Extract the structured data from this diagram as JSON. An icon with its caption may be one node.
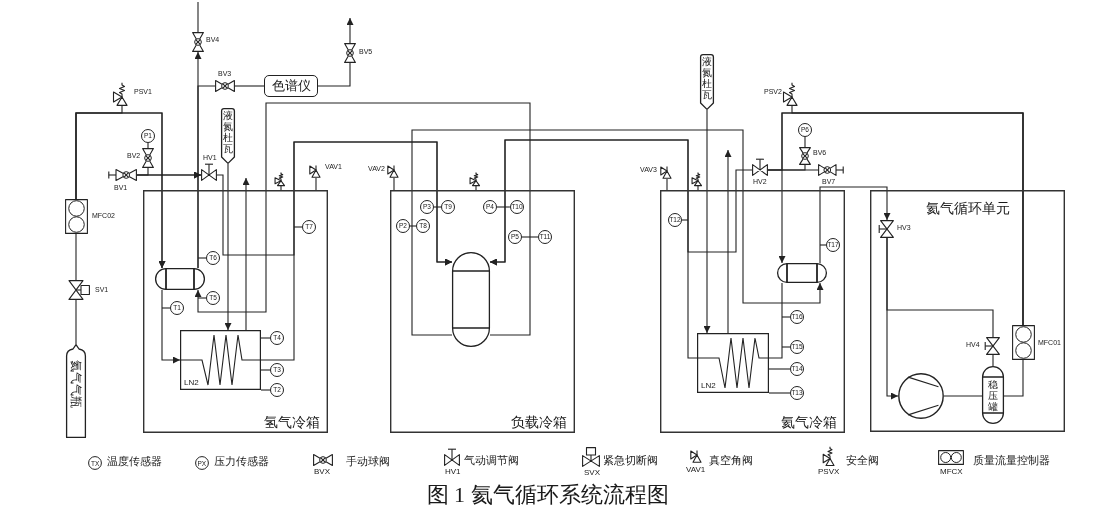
{
  "diagram": {
    "caption": "图 1 氦气循环系统流程图",
    "nodes": [
      {
        "text": [
          "氢气冷箱"
        ]
      },
      {
        "text": [
          "负载冷箱"
        ]
      },
      {
        "text": [
          "氦气冷箱"
        ]
      },
      {
        "text": [
          "氦气循环单元"
        ]
      },
      {
        "text": [
          "氦气气瓶"
        ]
      },
      {
        "text": [
          "SV1"
        ]
      },
      {
        "text": [
          "MFC02"
        ]
      },
      {
        "text": [
          "PSV1"
        ]
      },
      {
        "text": [
          "P1"
        ]
      },
      {
        "text": [
          "BV2"
        ]
      },
      {
        "text": [
          "BV1"
        ]
      },
      {
        "text": [
          "HV1"
        ]
      },
      {
        "text": [
          "BV4"
        ]
      },
      {
        "text": [
          "BV3"
        ]
      },
      {
        "text": [
          "色谱仪"
        ]
      },
      {
        "text": [
          "BV5"
        ]
      },
      {
        "text": [
          "液氮杜瓦"
        ]
      },
      {
        "text": [
          "VAV1"
        ]
      },
      {
        "text": [],
        "shape": "valve"
      },
      {
        "text": [],
        "shape": "cylinder",
        "in": 0
      },
      {
        "text": [
          "T6"
        ],
        "in": 0
      },
      {
        "text": [
          "T7"
        ],
        "in": 0
      },
      {
        "text": [
          "T5"
        ],
        "in": 0
      },
      {
        "text": [
          "T1"
        ],
        "in": 0
      },
      {
        "text": [
          "LN2"
        ],
        "in": 0
      },
      {
        "text": [
          "T4"
        ],
        "in": 0
      },
      {
        "text": [
          "T3"
        ],
        "in": 0
      },
      {
        "text": [
          "T2"
        ],
        "in": 0
      },
      {
        "text": [
          "VAV2"
        ]
      },
      {
        "text": [],
        "shape": "valve"
      },
      {
        "text": [
          "P3"
        ],
        "in": 1
      },
      {
        "text": [
          "T9"
        ],
        "in": 1
      },
      {
        "text": [
          "P4"
        ],
        "in": 1
      },
      {
        "text": [
          "T10"
        ],
        "in": 1
      },
      {
        "text": [
          "P2"
        ],
        "in": 1
      },
      {
        "text": [
          "T8"
        ],
        "in": 1
      },
      {
        "text": [
          "P5"
        ],
        "in": 1
      },
      {
        "text": [
          "T11"
        ],
        "in": 1
      },
      {
        "text": [],
        "shape": "cylinder",
        "in": 1
      },
      {
        "text": [
          "液氮杜瓦"
        ]
      },
      {
        "text": [
          "PSV2"
        ]
      },
      {
        "text": [
          "P6"
        ]
      },
      {
        "text": [
          "BV6"
        ]
      },
      {
        "text": [
          "HV2"
        ]
      },
      {
        "text": [
          "BV7"
        ]
      },
      {
        "text": [
          "VAV3"
        ]
      },
      {
        "text": [],
        "shape": "valve"
      },
      {
        "text": [
          "T12"
        ],
        "in": 2
      },
      {
        "text": [
          "T17"
        ],
        "in": 2
      },
      {
        "text": [],
        "shape": "cylinder",
        "in": 2
      },
      {
        "text": [
          "T16"
        ],
        "in": 2
      },
      {
        "text": [
          "LN2"
        ],
        "in": 2
      },
      {
        "text": [
          "T15"
        ],
        "in": 2
      },
      {
        "text": [
          "T14"
        ],
        "in": 2
      },
      {
        "text": [
          "T13"
        ],
        "in": 2
      },
      {
        "text": [
          "HV3"
        ],
        "in": 3
      },
      {
        "text": [
          "HV4"
        ],
        "in": 3
      },
      {
        "text": [
          "MFC01"
        ],
        "in": 3
      },
      {
        "text": [],
        "shape": "circle",
        "in": 3
      },
      {
        "text": [
          "稳压罐"
        ],
        "in": 3
      }
    ],
    "edges": [
      {
        "from": 4,
        "to": 5,
        "arrow": "none"
      },
      {
        "from": 5,
        "to": 6,
        "arrow": "none"
      },
      {
        "from": 6,
        "to": 7,
        "arrow": "none"
      },
      {
        "from": 6,
        "to": 19,
        "arrow": "to"
      },
      {
        "from": 10,
        "to": 11,
        "arrow": "to"
      },
      {
        "from": 8,
        "to": 9,
        "arrow": "none"
      },
      {
        "from": 9,
        "to": 10,
        "arrow": "none"
      },
      {
        "from": 6,
        "to": 11,
        "arrow": "to"
      },
      {
        "from": 10,
        "to": 19,
        "arrow": "to"
      },
      {
        "from": 19,
        "to": 24,
        "arrow": "to"
      },
      {
        "from": 23,
        "to": null,
        "arrow": "none"
      },
      {
        "from": 24,
        "to": 38,
        "arrow": "to"
      },
      {
        "from": 11,
        "to": 38,
        "arrow": "to"
      },
      {
        "from": 20,
        "to": null,
        "arrow": "none"
      },
      {
        "from": 22,
        "to": null,
        "arrow": "none"
      },
      {
        "from": 21,
        "to": null,
        "arrow": "none"
      },
      {
        "from": 25,
        "to": 24,
        "arrow": "none"
      },
      {
        "from": 26,
        "to": 24,
        "arrow": "none"
      },
      {
        "from": 27,
        "to": 24,
        "arrow": "none"
      },
      {
        "from": 16,
        "to": 24,
        "arrow": "to"
      },
      {
        "from": 24,
        "to": null,
        "arrow": "to"
      },
      {
        "from": 38,
        "to": 19,
        "arrow": "to"
      },
      {
        "from": 19,
        "to": 12,
        "arrow": "to"
      },
      {
        "from": 19,
        "to": 13,
        "arrow": "none"
      },
      {
        "from": 13,
        "to": 14,
        "arrow": "none"
      },
      {
        "from": 14,
        "to": 15,
        "arrow": "none"
      },
      {
        "from": 15,
        "to": null,
        "arrow": "to"
      },
      {
        "from": 12,
        "to": null,
        "arrow": "none"
      },
      {
        "from": 17,
        "to": 0,
        "arrow": "none"
      },
      {
        "from": 18,
        "to": 0,
        "arrow": "none"
      },
      {
        "from": 28,
        "to": 1,
        "arrow": "none"
      },
      {
        "from": 29,
        "to": 1,
        "arrow": "none"
      },
      {
        "from": 30,
        "to": 31,
        "arrow": "none"
      },
      {
        "from": 34,
        "to": 35,
        "arrow": "none"
      },
      {
        "from": 32,
        "to": 33,
        "arrow": "none"
      },
      {
        "from": 36,
        "to": 37,
        "arrow": "none"
      },
      {
        "from": 38,
        "to": 49,
        "arrow": "to"
      },
      {
        "from": 39,
        "to": 51,
        "arrow": "to"
      },
      {
        "from": 51,
        "to": null,
        "arrow": "to"
      },
      {
        "from": 57,
        "to": 49,
        "arrow": "to"
      },
      {
        "from": 57,
        "to": 40,
        "arrow": "none"
      },
      {
        "from": 57,
        "to": 43,
        "arrow": "none"
      },
      {
        "from": 41,
        "to": 42,
        "arrow": "none"
      },
      {
        "from": 42,
        "to": 43,
        "arrow": "none"
      },
      {
        "from": 44,
        "to": 43,
        "arrow": "none"
      },
      {
        "from": 43,
        "to": 38,
        "arrow": "to"
      },
      {
        "from": 51,
        "to": 38,
        "arrow": "to"
      },
      {
        "from": 49,
        "to": 51,
        "arrow": "none"
      },
      {
        "from": 47,
        "to": null,
        "arrow": "none"
      },
      {
        "from": 48,
        "to": null,
        "arrow": "none"
      },
      {
        "from": 50,
        "to": null,
        "arrow": "none"
      },
      {
        "from": 52,
        "to": null,
        "arrow": "none"
      },
      {
        "from": 53,
        "to": 51,
        "arrow": "none"
      },
      {
        "from": 54,
        "to": 51,
        "arrow": "none"
      },
      {
        "from": 45,
        "to": 2,
        "arrow": "none"
      },
      {
        "from": 46,
        "to": 2,
        "arrow": "none"
      },
      {
        "from": 49,
        "to": 55,
        "arrow": "to"
      },
      {
        "from": 55,
        "to": 58,
        "arrow": "to"
      },
      {
        "from": 55,
        "to": 56,
        "arrow": "none"
      },
      {
        "from": 56,
        "to": 59,
        "arrow": "none"
      },
      {
        "from": 58,
        "to": 59,
        "arrow": "none"
      },
      {
        "from": 59,
        "to": 57,
        "arrow": "none"
      }
    ],
    "labels": [
      "TX",
      "PX",
      "BVX",
      "HV1",
      "SVX",
      "VAV1",
      "PSVX",
      "MFCX"
    ],
    "legend": [
      {
        "text": "温度传感器"
      },
      {
        "text": "压力传感器"
      },
      {
        "text": "手动球阀"
      },
      {
        "text": "气动调节阀"
      },
      {
        "text": "紧急切断阀"
      },
      {
        "text": "真空角阀"
      },
      {
        "text": "安全阀"
      },
      {
        "text": "质量流量控制器"
      }
    ]
  }
}
